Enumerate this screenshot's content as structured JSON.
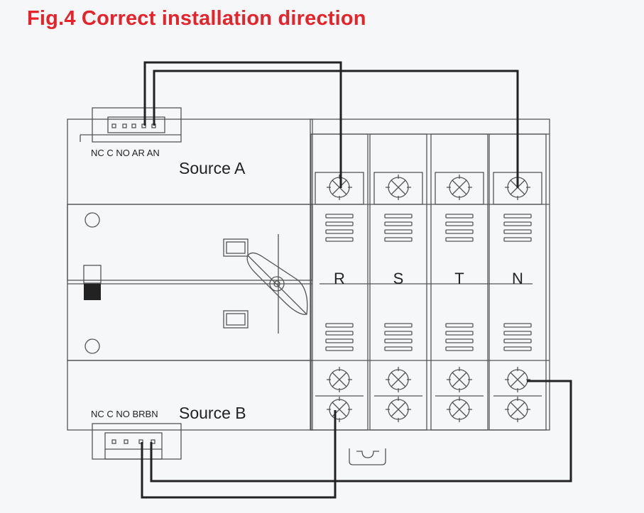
{
  "title": "Fig.4 Correct installation direction",
  "source_a": {
    "label": "Source A",
    "terminal_labels": "NC C NO AR  AN"
  },
  "source_b": {
    "label": "Source B",
    "terminal_labels": "NC C NO BRBN"
  },
  "poles": [
    {
      "label": "R"
    },
    {
      "label": "S"
    },
    {
      "label": "T"
    },
    {
      "label": "N"
    }
  ],
  "colors": {
    "title": "#e5232b",
    "wire": "#222222",
    "outline": "#555555",
    "background": "#f6f7f9"
  }
}
